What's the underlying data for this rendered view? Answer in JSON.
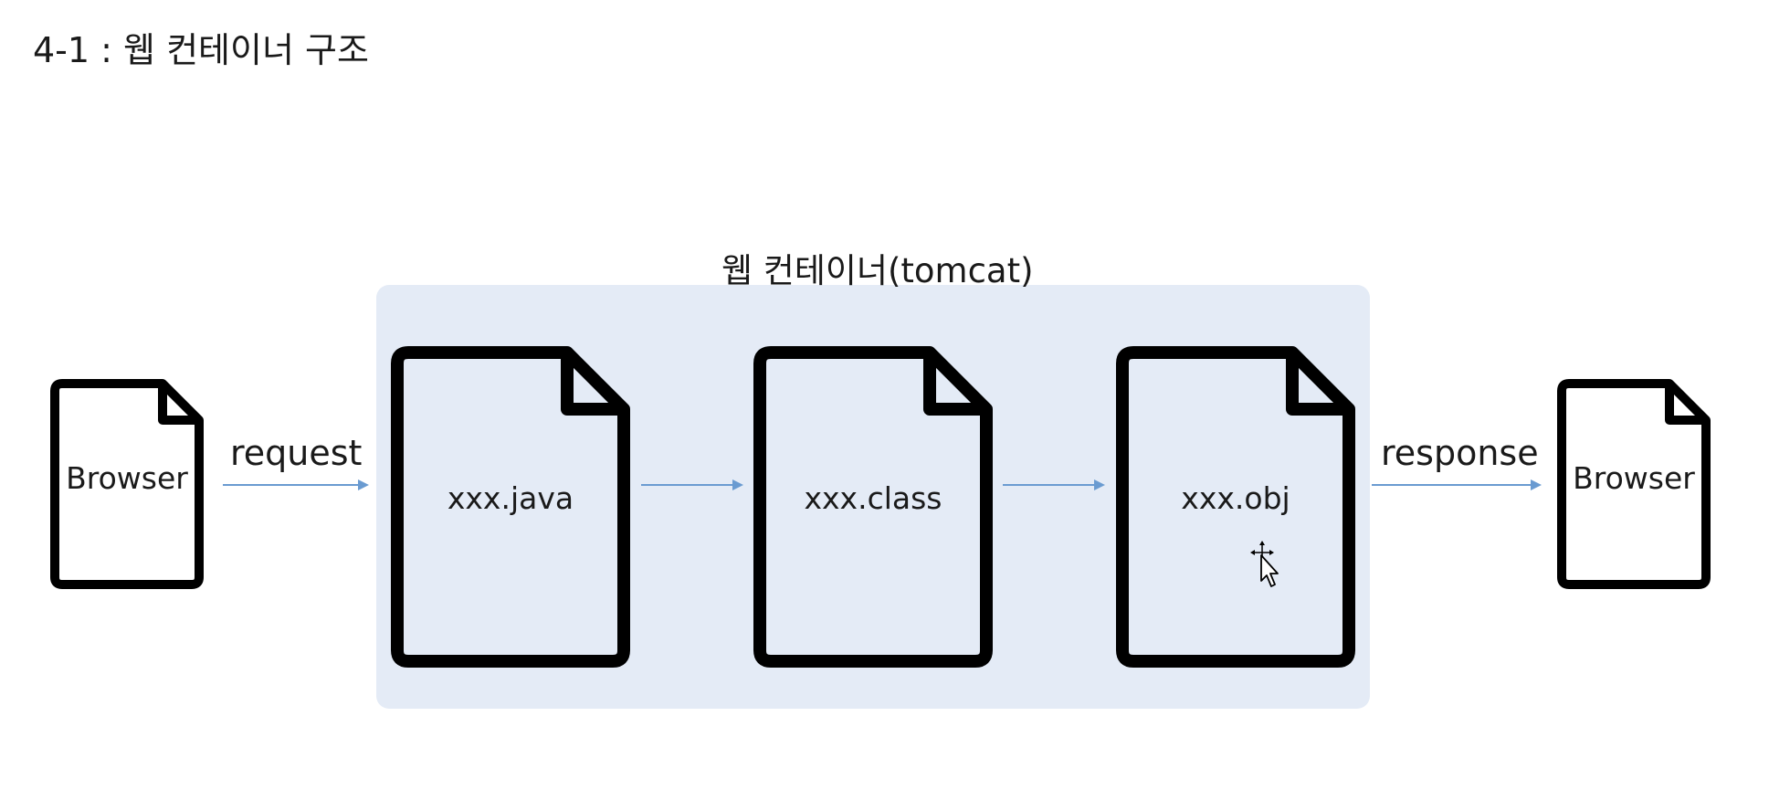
{
  "page": {
    "title": "4-1 : 웹 컨테이너 구조"
  },
  "container": {
    "title": "웹 컨테이너(tomcat)",
    "fill_color": "#e4ebf6"
  },
  "nodes": {
    "browser_left": "Browser",
    "java_file": "xxx.java",
    "class_file": "xxx.class",
    "obj_file": "xxx.obj",
    "browser_right": "Browser"
  },
  "edges": {
    "request": "request",
    "response": "response"
  },
  "colors": {
    "arrow": "#6a9bd1",
    "outline": "#000000"
  },
  "icons": {
    "document": "document-icon",
    "cursor": "move-cursor-icon"
  }
}
